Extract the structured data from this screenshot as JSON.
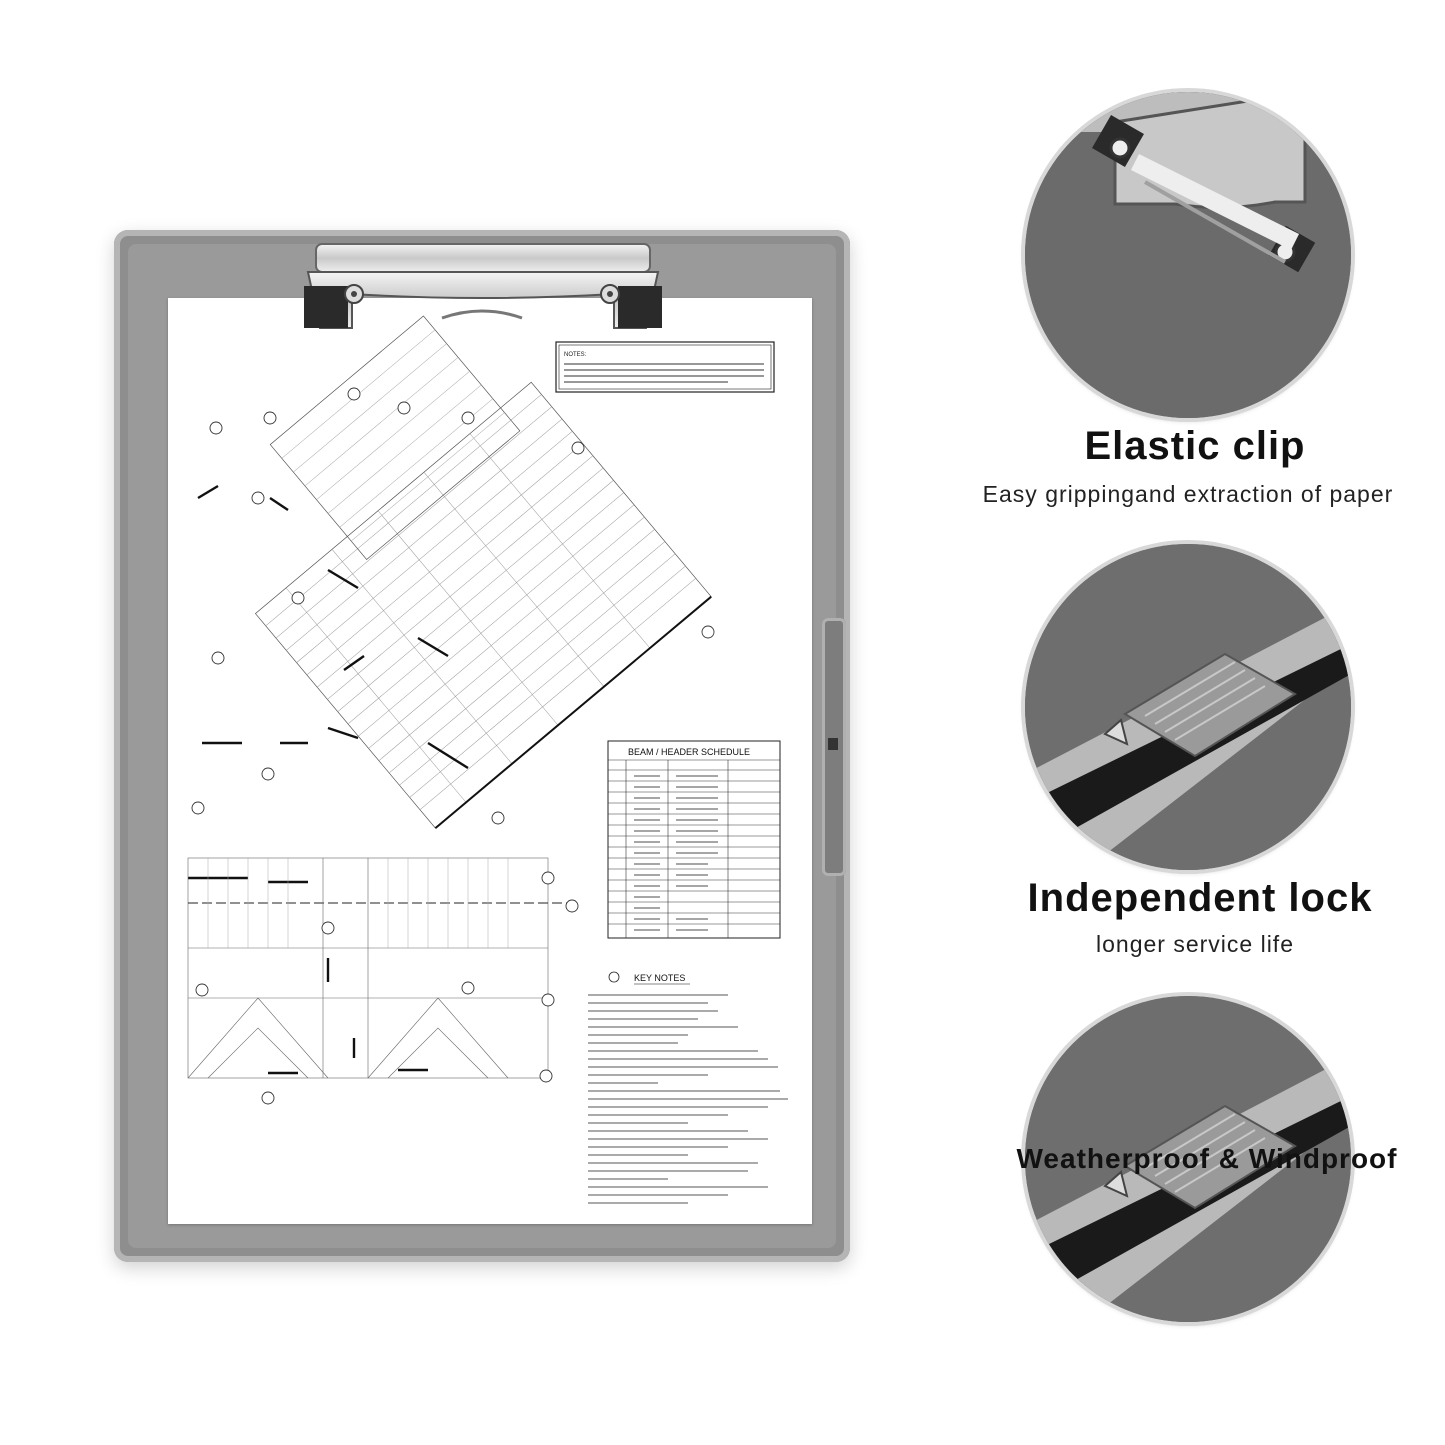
{
  "features": [
    {
      "title": "Elastic clip",
      "subtitle": "Easy grippingand extraction of paper",
      "icon": "clip-closeup-icon"
    },
    {
      "title": "Independent lock",
      "subtitle": "longer service life",
      "icon": "lock-closeup-icon"
    },
    {
      "title": "Weatherproof & Windproof",
      "icon": "latch-closeup-icon"
    }
  ],
  "blueprint": {
    "notes_heading": "NOTES:",
    "schedule_title": "BEAM / HEADER SCHEDULE",
    "key_notes_title": "KEY NOTES"
  },
  "colors": {
    "board": "#8e8e8e",
    "board_rim": "#b5b5b5",
    "paper": "#ffffff",
    "text": "#111111"
  }
}
